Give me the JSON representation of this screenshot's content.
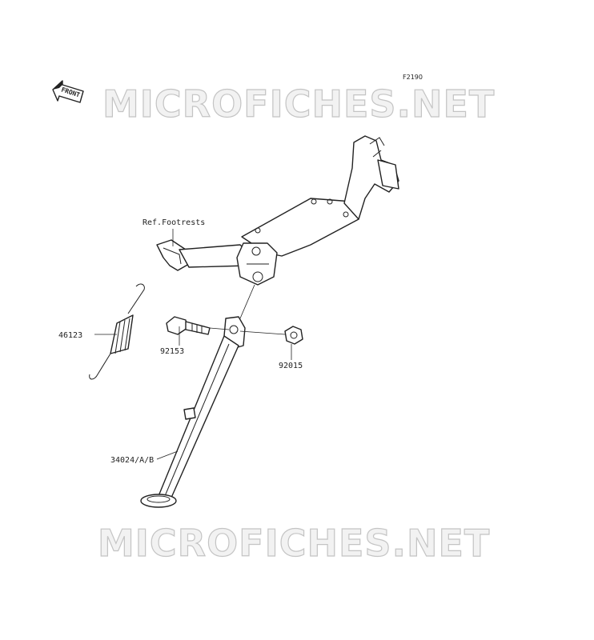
{
  "figure_number": "F2190",
  "front_arrow_label": "FRONT",
  "watermark_top": "MICROFICHES.NET",
  "watermark_bottom": "MICROFICHES.NET",
  "callouts": {
    "ref_footrests": "Ref.Footrests",
    "spring": "46123",
    "bolt": "92153",
    "nut": "92015",
    "stand": "34024/A/B"
  }
}
